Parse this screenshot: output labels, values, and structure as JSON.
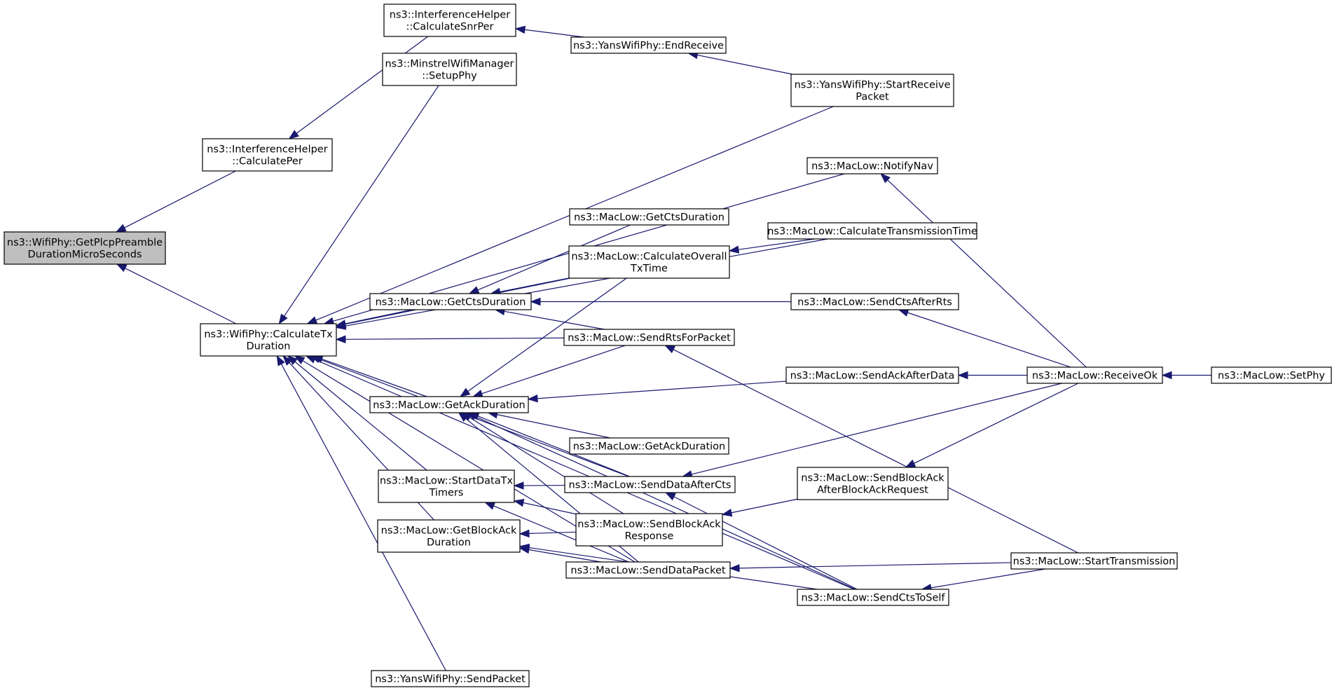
{
  "diagram": {
    "nodes": [
      {
        "id": "root",
        "lines": [
          "ns3::WifiPhy::GetPlcpPreamble",
          "DurationMicroSeconds"
        ],
        "root": true
      },
      {
        "id": "calcPer",
        "lines": [
          "ns3::InterferenceHelper",
          "::CalculatePer"
        ]
      },
      {
        "id": "calcTx",
        "lines": [
          "ns3::WifiPhy::CalculateTx",
          "Duration"
        ]
      },
      {
        "id": "calcSnrPer",
        "lines": [
          "ns3::InterferenceHelper",
          "::CalculateSnrPer"
        ]
      },
      {
        "id": "minstrel",
        "lines": [
          "ns3::MinstrelWifiManager",
          "::SetupPhy"
        ]
      },
      {
        "id": "yansEnd",
        "lines": [
          "ns3::YansWifiPhy::EndReceive"
        ]
      },
      {
        "id": "yansStart",
        "lines": [
          "ns3::YansWifiPhy::StartReceive",
          "Packet"
        ]
      },
      {
        "id": "notifyNav",
        "lines": [
          "ns3::MacLow::NotifyNav"
        ]
      },
      {
        "id": "calcTT",
        "lines": [
          "ns3::MacLow::CalculateTransmissionTime"
        ]
      },
      {
        "id": "getCtsA",
        "lines": [
          "ns3::MacLow::GetCtsDuration"
        ]
      },
      {
        "id": "getCtsB",
        "lines": [
          "ns3::MacLow::GetCtsDuration"
        ]
      },
      {
        "id": "calcOverall",
        "lines": [
          "ns3::MacLow::CalculateOverall",
          "TxTime"
        ]
      },
      {
        "id": "sendCtsAfterRts",
        "lines": [
          "ns3::MacLow::SendCtsAfterRts"
        ]
      },
      {
        "id": "sendRts",
        "lines": [
          "ns3::MacLow::SendRtsForPacket"
        ]
      },
      {
        "id": "getAckB",
        "lines": [
          "ns3::MacLow::GetAckDuration"
        ]
      },
      {
        "id": "sendAckAfterData",
        "lines": [
          "ns3::MacLow::SendAckAfterData"
        ]
      },
      {
        "id": "receiveOk",
        "lines": [
          "ns3::MacLow::ReceiveOk"
        ]
      },
      {
        "id": "setPhy",
        "lines": [
          "ns3::MacLow::SetPhy"
        ]
      },
      {
        "id": "getAckC",
        "lines": [
          "ns3::MacLow::GetAckDuration"
        ]
      },
      {
        "id": "startDataTx",
        "lines": [
          "ns3::MacLow::StartDataTx",
          "Timers"
        ]
      },
      {
        "id": "sendDataAfterCts",
        "lines": [
          "ns3::MacLow::SendDataAfterCts"
        ]
      },
      {
        "id": "sendBlockAckAfter",
        "lines": [
          "ns3::MacLow::SendBlockAck",
          "AfterBlockAckRequest"
        ]
      },
      {
        "id": "getBlockAck",
        "lines": [
          "ns3::MacLow::GetBlockAck",
          "Duration"
        ]
      },
      {
        "id": "sendBlockAckResp",
        "lines": [
          "ns3::MacLow::SendBlockAck",
          "Response"
        ]
      },
      {
        "id": "sendDataPacket",
        "lines": [
          "ns3::MacLow::SendDataPacket"
        ]
      },
      {
        "id": "startTransmission",
        "lines": [
          "ns3::MacLow::StartTransmission"
        ]
      },
      {
        "id": "sendCtsToSelf",
        "lines": [
          "ns3::MacLow::SendCtsToSelf"
        ]
      },
      {
        "id": "yansSend",
        "lines": [
          "ns3::YansWifiPhy::SendPacket"
        ]
      }
    ],
    "edges": [
      [
        "calcPer",
        "root"
      ],
      [
        "calcTx",
        "root"
      ],
      [
        "calcSnrPer",
        "calcPer"
      ],
      [
        "yansEnd",
        "calcSnrPer"
      ],
      [
        "yansStart",
        "yansEnd"
      ],
      [
        "minstrel",
        "calcTx"
      ],
      [
        "yansStart",
        "calcTx"
      ],
      [
        "notifyNav",
        "calcTx"
      ],
      [
        "calcTT",
        "calcTx"
      ],
      [
        "calcOverall",
        "calcTx"
      ],
      [
        "getCtsB",
        "calcTx"
      ],
      [
        "sendRts",
        "calcTx"
      ],
      [
        "getAckB",
        "calcTx"
      ],
      [
        "sendDataAfterCts",
        "calcTx"
      ],
      [
        "startDataTx",
        "calcTx"
      ],
      [
        "getBlockAck",
        "calcTx"
      ],
      [
        "sendDataPacket",
        "calcTx"
      ],
      [
        "sendCtsToSelf",
        "calcTx"
      ],
      [
        "yansSend",
        "calcTx"
      ],
      [
        "getCtsA",
        "getCtsB"
      ],
      [
        "calcOverall",
        "getCtsB"
      ],
      [
        "sendCtsAfterRts",
        "getCtsB"
      ],
      [
        "sendRts",
        "getCtsB"
      ],
      [
        "calcTT",
        "calcOverall"
      ],
      [
        "calcOverall",
        "getAckB"
      ],
      [
        "sendRts",
        "getAckB"
      ],
      [
        "sendAckAfterData",
        "getAckB"
      ],
      [
        "getAckC",
        "getAckB"
      ],
      [
        "sendDataAfterCts",
        "getAckB"
      ],
      [
        "sendBlockAckResp",
        "getAckB"
      ],
      [
        "sendDataPacket",
        "getAckB"
      ],
      [
        "sendCtsToSelf",
        "getAckB"
      ],
      [
        "receiveOk",
        "notifyNav"
      ],
      [
        "receiveOk",
        "sendCtsAfterRts"
      ],
      [
        "receiveOk",
        "sendAckAfterData"
      ],
      [
        "receiveOk",
        "sendDataAfterCts"
      ],
      [
        "receiveOk",
        "sendBlockAckAfter"
      ],
      [
        "setPhy",
        "receiveOk"
      ],
      [
        "sendDataAfterCts",
        "startDataTx"
      ],
      [
        "sendBlockAckResp",
        "startDataTx"
      ],
      [
        "sendDataPacket",
        "startDataTx"
      ],
      [
        "sendBlockAckResp",
        "getBlockAck"
      ],
      [
        "sendDataPacket",
        "getBlockAck"
      ],
      [
        "sendCtsToSelf",
        "getBlockAck"
      ],
      [
        "sendBlockAckAfter",
        "sendBlockAckResp"
      ],
      [
        "sendCtsToSelf",
        "sendDataAfterCts"
      ],
      [
        "startTransmission",
        "sendRts"
      ],
      [
        "startTransmission",
        "sendDataPacket"
      ],
      [
        "startTransmission",
        "sendCtsToSelf"
      ]
    ]
  }
}
